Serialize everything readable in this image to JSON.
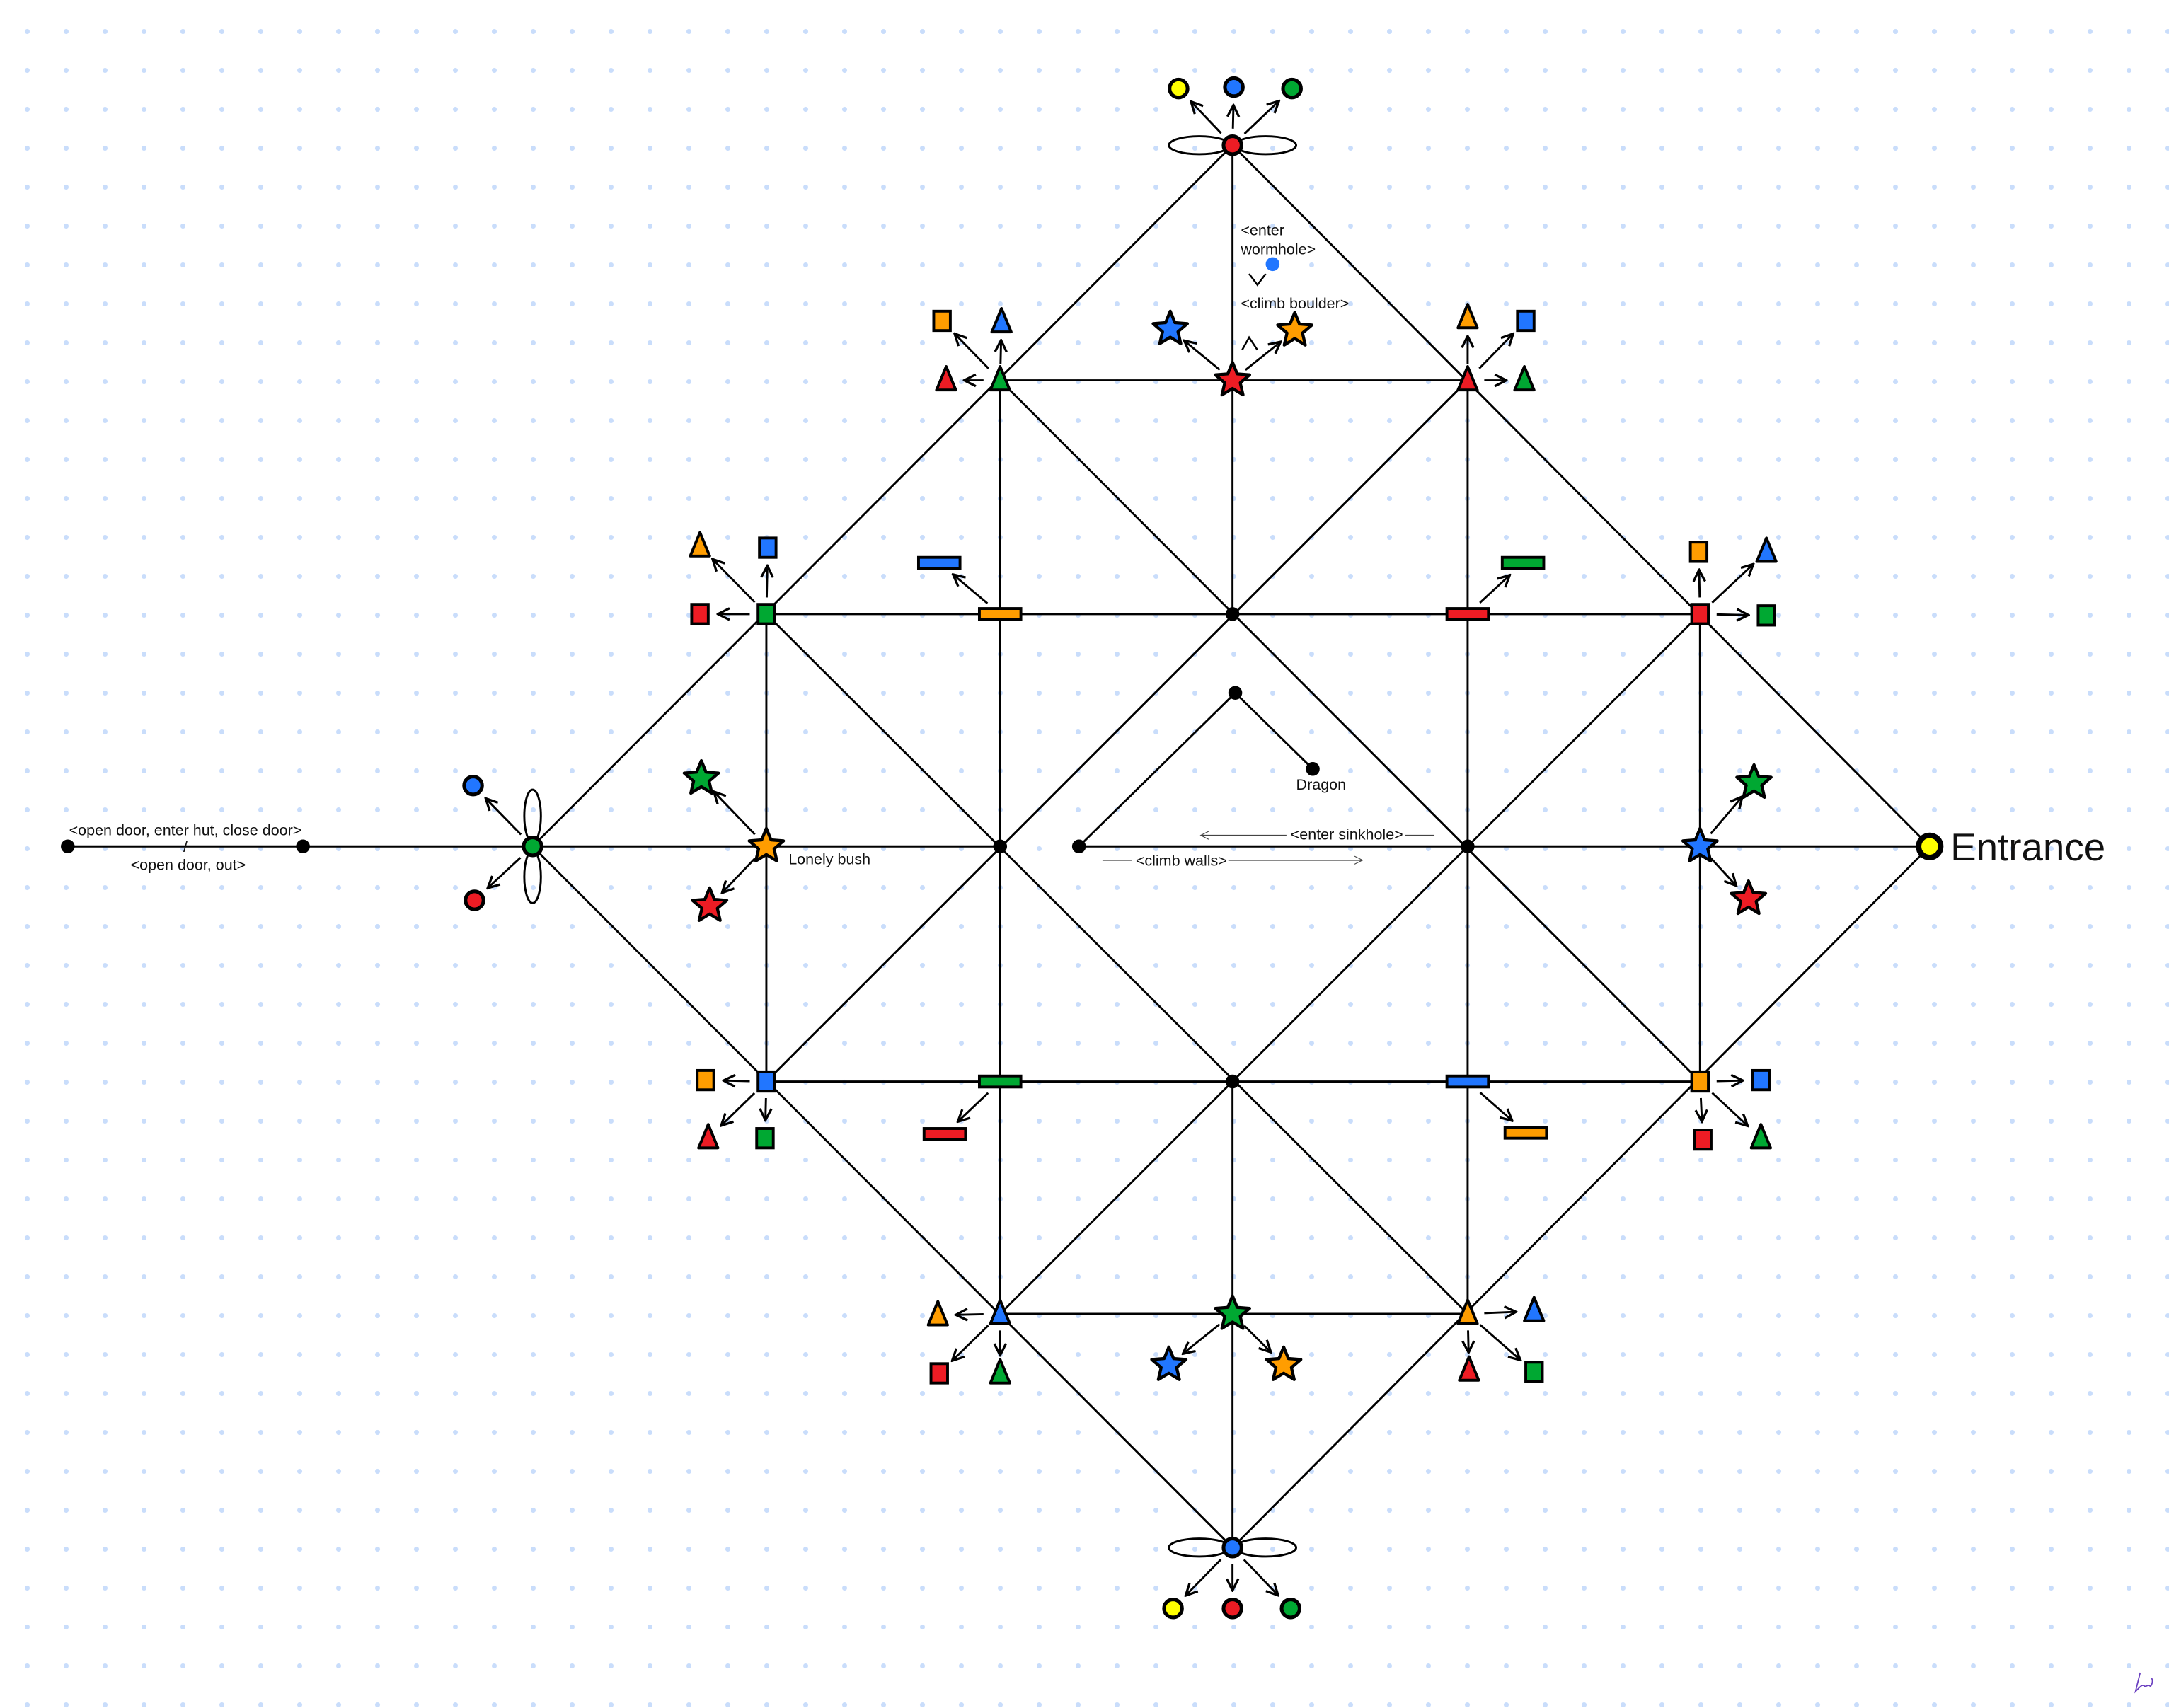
{
  "diagram": {
    "labels": {
      "entrance": "Entrance",
      "dragon": "Dragon",
      "lonely_bush": "Lonely bush",
      "enter_wormhole_line1": "<enter",
      "enter_wormhole_line2": "wormhole>",
      "climb_boulder": "<climb boulder>",
      "enter_sinkhole": "<enter sinkhole>",
      "climb_walls": "<climb walls>",
      "hut_enter": "<open door, enter hut, close door>",
      "hut_separator": "/",
      "hut_exit": "<open door, out>"
    },
    "signature": "Lorie"
  },
  "colors": {
    "red": "#ed1c24",
    "blue": "#2176ff",
    "green": "#00a832",
    "orange": "#ff9d00",
    "yellow": "#ffff00",
    "black": "#000000",
    "grid_dot": "#c9ddfb"
  }
}
